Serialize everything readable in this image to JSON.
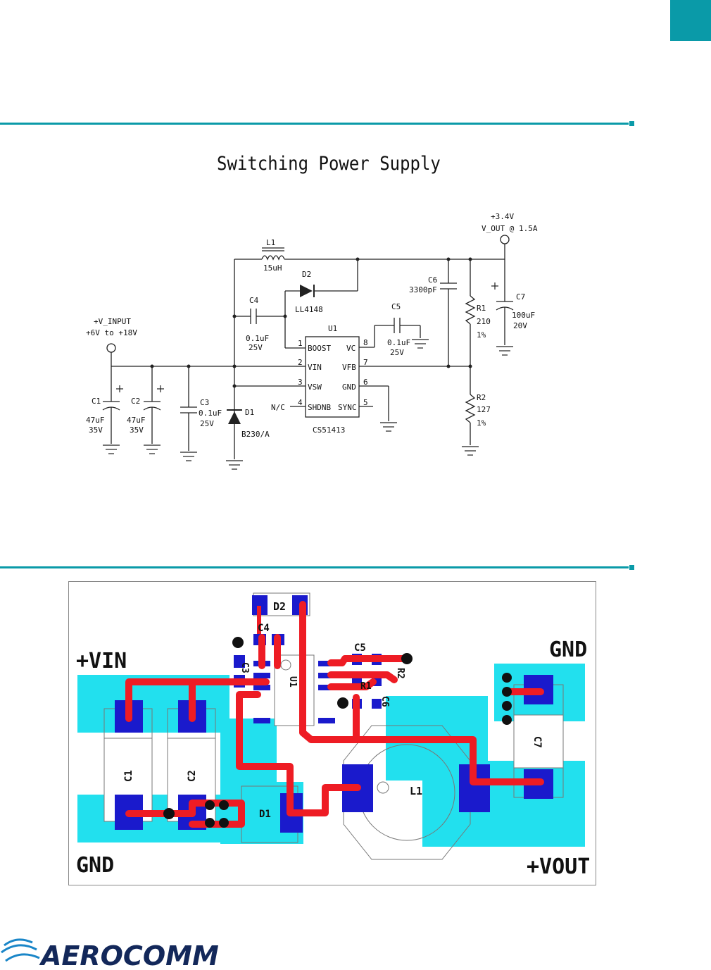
{
  "schematic": {
    "title": "Switching Power Supply",
    "input_label": "+V_INPUT",
    "input_range": "+6V to +18V",
    "output_label": "+3.4V",
    "output_current": "V_OUT @ 1.5A",
    "ic_ref": "U1",
    "ic_part": "CS51413",
    "nc_label": "N/C",
    "pins": [
      {
        "num": "1",
        "name": "BOOST"
      },
      {
        "num": "2",
        "name": "VIN"
      },
      {
        "num": "3",
        "name": "VSW"
      },
      {
        "num": "4",
        "name": "SHDNB"
      },
      {
        "num": "8",
        "name": "VC"
      },
      {
        "num": "7",
        "name": "VFB"
      },
      {
        "num": "6",
        "name": "GND"
      },
      {
        "num": "5",
        "name": "SYNC"
      }
    ],
    "components": {
      "L1": {
        "ref": "L1",
        "value": "15uH"
      },
      "D2": {
        "ref": "D2",
        "value": "LL4148"
      },
      "D1": {
        "ref": "D1",
        "value": "B230/A"
      },
      "C1": {
        "ref": "C1",
        "value": "47uF",
        "rating": "35V"
      },
      "C2": {
        "ref": "C2",
        "value": "47uF",
        "rating": "35V"
      },
      "C3": {
        "ref": "C3",
        "value": "0.1uF",
        "rating": "25V"
      },
      "C4": {
        "ref": "C4",
        "value": "0.1uF",
        "rating": "25V"
      },
      "C5": {
        "ref": "C5",
        "value": "0.1uF",
        "rating": "25V"
      },
      "C6": {
        "ref": "C6",
        "value": "3300pF"
      },
      "C7": {
        "ref": "C7",
        "value": "100uF",
        "rating": "20V"
      },
      "R1": {
        "ref": "R1",
        "value": "210",
        "tol": "1%"
      },
      "R2": {
        "ref": "R2",
        "value": "127",
        "tol": "1%"
      }
    }
  },
  "layout": {
    "vin": "+VIN",
    "gnd_left": "GND",
    "gnd_right": "GND",
    "vout": "+VOUT",
    "refs": [
      "D2",
      "C4",
      "C3",
      "U1",
      "C5",
      "R2",
      "R1",
      "C6",
      "C7",
      "C1",
      "C2",
      "D1",
      "L1"
    ]
  },
  "brand": {
    "name": "AEROCOMM",
    "accent": "#0a9aa8",
    "copper": "#ee1c24",
    "pad": "#1a1acc",
    "plane": "#22e0ee"
  }
}
